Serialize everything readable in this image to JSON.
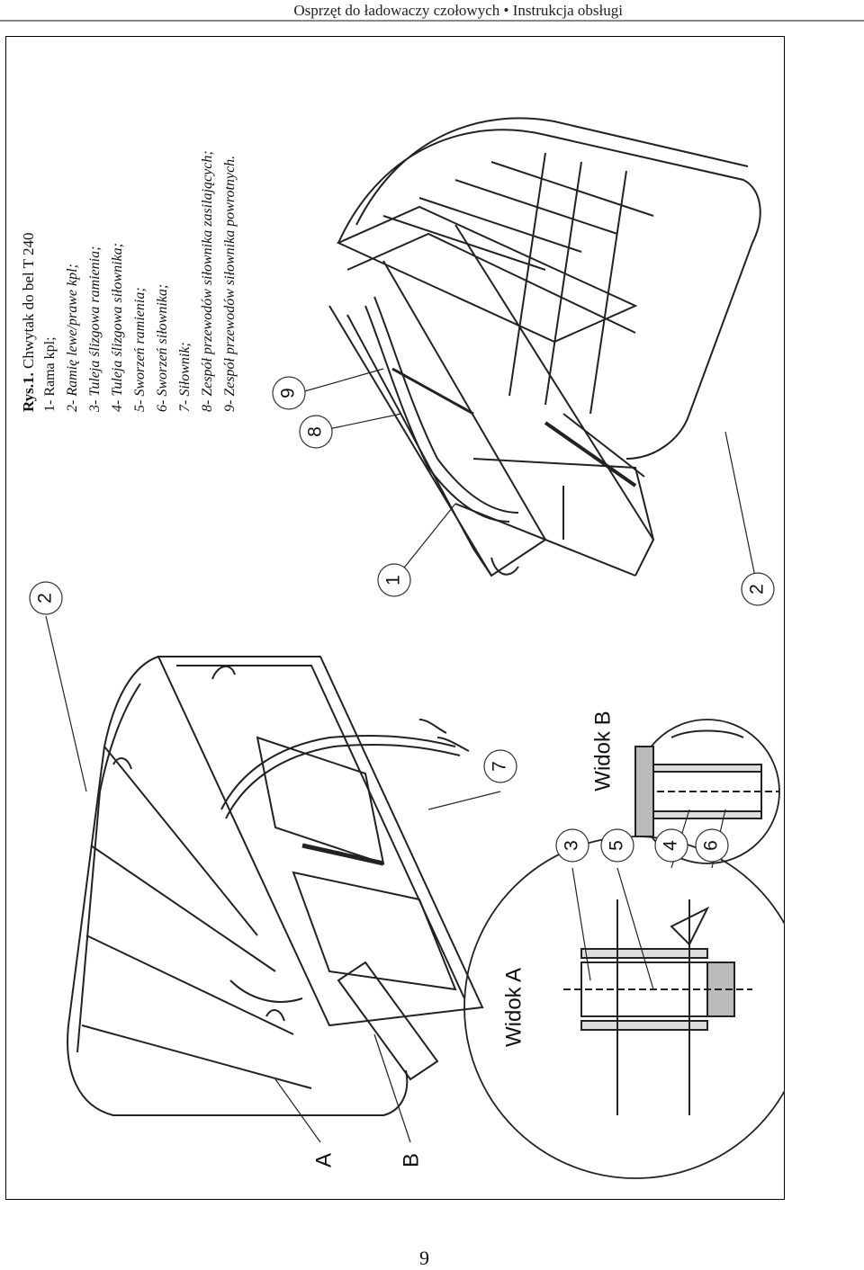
{
  "header": {
    "title": "Osprzęt do ładowaczy czołowych • Instrukcja obsługi"
  },
  "caption": {
    "label": "Rys.1.",
    "title": " Chwytak do bel T 240",
    "legend": [
      "1- Rama kpl;",
      "2- Ramię lewe/prawe kpl;",
      "3- Tuleja ślizgowa ramienia;",
      "4-  Tuleja ślizgowa siłownika;",
      "5- Sworzeń ramienia;",
      "6- Sworzeń siłownika;",
      "7- Siłownik;",
      "8- Zespół przewodów siłownika zasilających;",
      "9- Zespół przewodów siłownika powrotnych."
    ]
  },
  "drawing": {
    "callouts": [
      "2",
      "1",
      "8",
      "9",
      "2",
      "7",
      "3",
      "5",
      "4",
      "6",
      "A",
      "B"
    ],
    "views": [
      "Widok A",
      "Widok B"
    ]
  },
  "page_number": "9"
}
